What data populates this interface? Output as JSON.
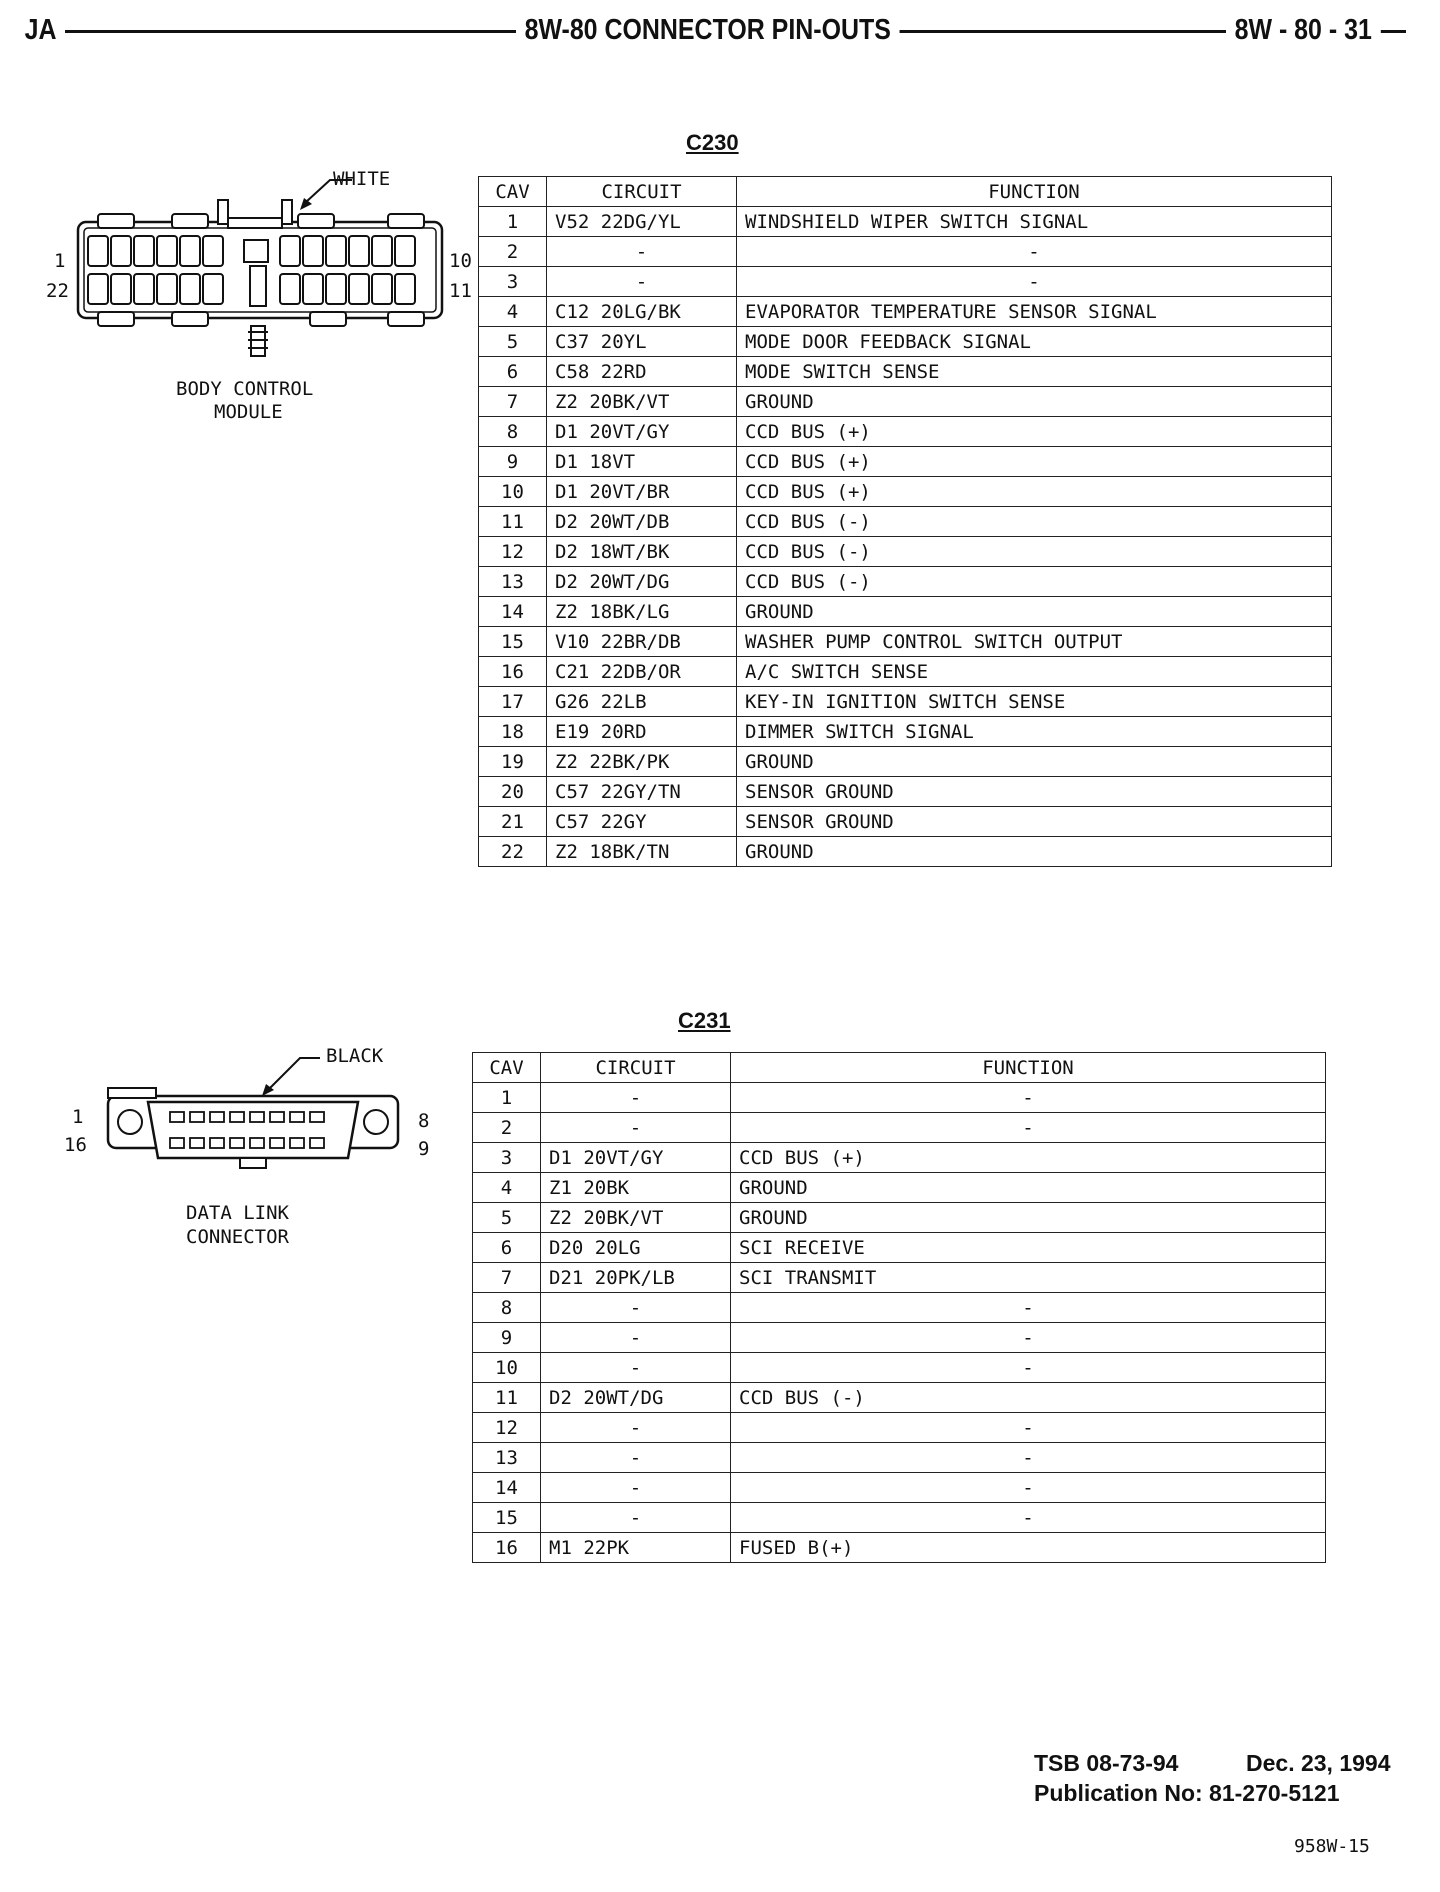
{
  "header": {
    "left": "JA",
    "title": "8W-80 CONNECTOR PIN-OUTS",
    "page": "8W - 80 - 31"
  },
  "c230": {
    "name": "C230",
    "headers": [
      "CAV",
      "CIRCUIT",
      "FUNCTION"
    ],
    "rows": [
      [
        "1",
        "V52 22DG/YL",
        "WINDSHIELD WIPER SWITCH SIGNAL"
      ],
      [
        "2",
        "-",
        "-"
      ],
      [
        "3",
        "-",
        "-"
      ],
      [
        "4",
        "C12 20LG/BK",
        "EVAPORATOR TEMPERATURE SENSOR SIGNAL"
      ],
      [
        "5",
        "C37 20YL",
        "MODE DOOR FEEDBACK SIGNAL"
      ],
      [
        "6",
        "C58 22RD",
        "MODE SWITCH SENSE"
      ],
      [
        "7",
        "Z2 20BK/VT",
        "GROUND"
      ],
      [
        "8",
        "D1 20VT/GY",
        "CCD BUS (+)"
      ],
      [
        "9",
        "D1 18VT",
        "CCD BUS (+)"
      ],
      [
        "10",
        "D1 20VT/BR",
        "CCD BUS (+)"
      ],
      [
        "11",
        "D2 20WT/DB",
        "CCD BUS (-)"
      ],
      [
        "12",
        "D2 18WT/BK",
        "CCD BUS (-)"
      ],
      [
        "13",
        "D2 20WT/DG",
        "CCD BUS (-)"
      ],
      [
        "14",
        "Z2 18BK/LG",
        "GROUND"
      ],
      [
        "15",
        "V10 22BR/DB",
        "WASHER PUMP CONTROL SWITCH OUTPUT"
      ],
      [
        "16",
        "C21 22DB/OR",
        "A/C SWITCH SENSE"
      ],
      [
        "17",
        "G26 22LB",
        "KEY-IN IGNITION SWITCH SENSE"
      ],
      [
        "18",
        "E19 20RD",
        "DIMMER SWITCH SIGNAL"
      ],
      [
        "19",
        "Z2 22BK/PK",
        "GROUND"
      ],
      [
        "20",
        "C57 22GY/TN",
        "SENSOR GROUND"
      ],
      [
        "21",
        "C57 22GY",
        "SENSOR GROUND"
      ],
      [
        "22",
        "Z2 18BK/TN",
        "GROUND"
      ]
    ],
    "diagram": {
      "color_label": "WHITE",
      "pin_left_top": "1",
      "pin_left_bottom": "22",
      "pin_right_top": "10",
      "pin_right_bottom": "11",
      "caption_line1": "BODY CONTROL",
      "caption_line2": "MODULE"
    }
  },
  "c231": {
    "name": "C231",
    "headers": [
      "CAV",
      "CIRCUIT",
      "FUNCTION"
    ],
    "rows": [
      [
        "1",
        "-",
        "-"
      ],
      [
        "2",
        "-",
        "-"
      ],
      [
        "3",
        "D1 20VT/GY",
        "CCD BUS (+)"
      ],
      [
        "4",
        "Z1 20BK",
        "GROUND"
      ],
      [
        "5",
        "Z2 20BK/VT",
        "GROUND"
      ],
      [
        "6",
        "D20 20LG",
        "SCI RECEIVE"
      ],
      [
        "7",
        "D21 20PK/LB",
        "SCI TRANSMIT"
      ],
      [
        "8",
        "-",
        "-"
      ],
      [
        "9",
        "-",
        "-"
      ],
      [
        "10",
        "-",
        "-"
      ],
      [
        "11",
        "D2 20WT/DG",
        "CCD BUS (-)"
      ],
      [
        "12",
        "-",
        "-"
      ],
      [
        "13",
        "-",
        "-"
      ],
      [
        "14",
        "-",
        "-"
      ],
      [
        "15",
        "-",
        "-"
      ],
      [
        "16",
        "M1 22PK",
        "FUSED B(+)"
      ]
    ],
    "diagram": {
      "color_label": "BLACK",
      "pin_left_top": "1",
      "pin_left_bottom": "16",
      "pin_right_top": "8",
      "pin_right_bottom": "9",
      "caption_line1": "DATA LINK",
      "caption_line2": "CONNECTOR"
    }
  },
  "footer": {
    "tsb": "TSB 08-73-94",
    "date": "Dec. 23, 1994",
    "publication": "Publication No:  81-270-5121",
    "code": "958W-15"
  }
}
